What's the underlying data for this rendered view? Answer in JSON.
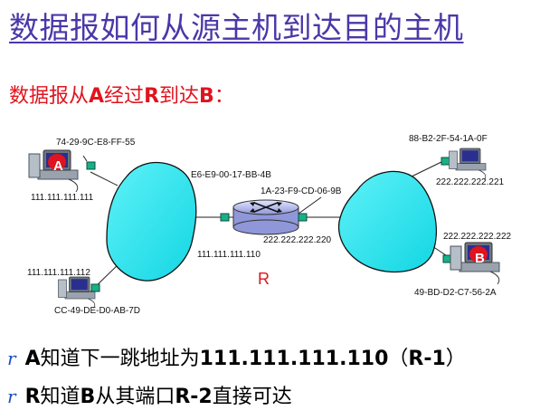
{
  "title": "数据报如何从源主机到达目的主机",
  "subtitle": {
    "prefix": "数据报从",
    "src": "A",
    "mid": "经过",
    "via": "R",
    "to": "到达",
    "dst": "B",
    "suffix": "："
  },
  "host_a": {
    "letter": "A",
    "mac": "74-29-9C-E8-FF-55",
    "ip": "111.111.111.111"
  },
  "host_lan1_other": {
    "ip": "111.111.111.112",
    "mac": "CC-49-DE-D0-AB-7D"
  },
  "router": {
    "label": "R",
    "port1_mac": "E6-E9-00-17-BB-4B",
    "port1_ip": "111.111.111.110",
    "port2_mac": "1A-23-F9-CD-06-9B",
    "port2_ip": "222.222.222.220"
  },
  "host_lan2_other": {
    "mac": "88-B2-2F-54-1A-0F",
    "ip": "222.222.222.221"
  },
  "host_b": {
    "letter": "B",
    "ip": "222.222.222.222",
    "mac": "49-BD-D2-C7-56-2A"
  },
  "bullets": [
    {
      "marker": "r",
      "p1": "A",
      "p2": "知道下一跳地址为",
      "p3": "111.111.111.110",
      "p4": "（",
      "p5": "R-1",
      "p6": "）"
    },
    {
      "marker": "r",
      "p1": "R",
      "p2": "知道",
      "p3": "B",
      "p4": "从其端口",
      "p5": "R-2",
      "p6": "直接可达"
    }
  ],
  "colors": {
    "title": "#4a38a8",
    "accent": "#e0141e",
    "cloud": "#22e6f0",
    "bullet_marker": "#1a4fc4"
  }
}
